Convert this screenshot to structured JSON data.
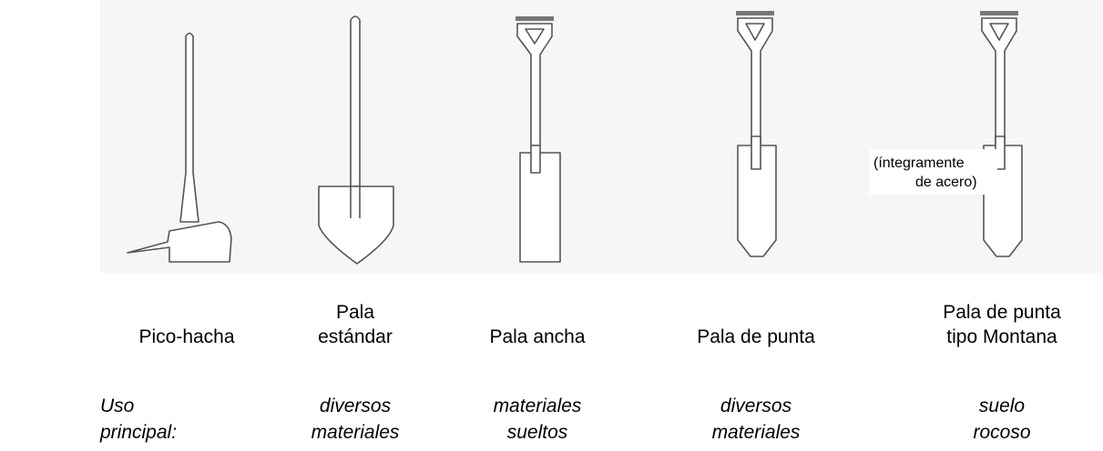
{
  "note": {
    "line1": "(íntegramente",
    "line2": "de acero)"
  },
  "tools": [
    {
      "id": "pico-hacha",
      "name_lines": [
        "Pico-hacha"
      ],
      "use_lines": []
    },
    {
      "id": "pala-estandar",
      "name_lines": [
        "Pala",
        "estándar"
      ],
      "use_lines": [
        "diversos",
        "materiales"
      ]
    },
    {
      "id": "pala-ancha",
      "name_lines": [
        "Pala ancha"
      ],
      "use_lines": [
        "materiales",
        "sueltos"
      ]
    },
    {
      "id": "pala-punta",
      "name_lines": [
        "Pala de punta"
      ],
      "use_lines": [
        "diversos",
        "materiales"
      ]
    },
    {
      "id": "pala-montana",
      "name_lines": [
        "Pala de punta",
        "tipo Montana"
      ],
      "use_lines": [
        "suelo",
        "rocoso"
      ]
    }
  ],
  "use_label": {
    "line1": "Uso",
    "line2": "principal:"
  }
}
